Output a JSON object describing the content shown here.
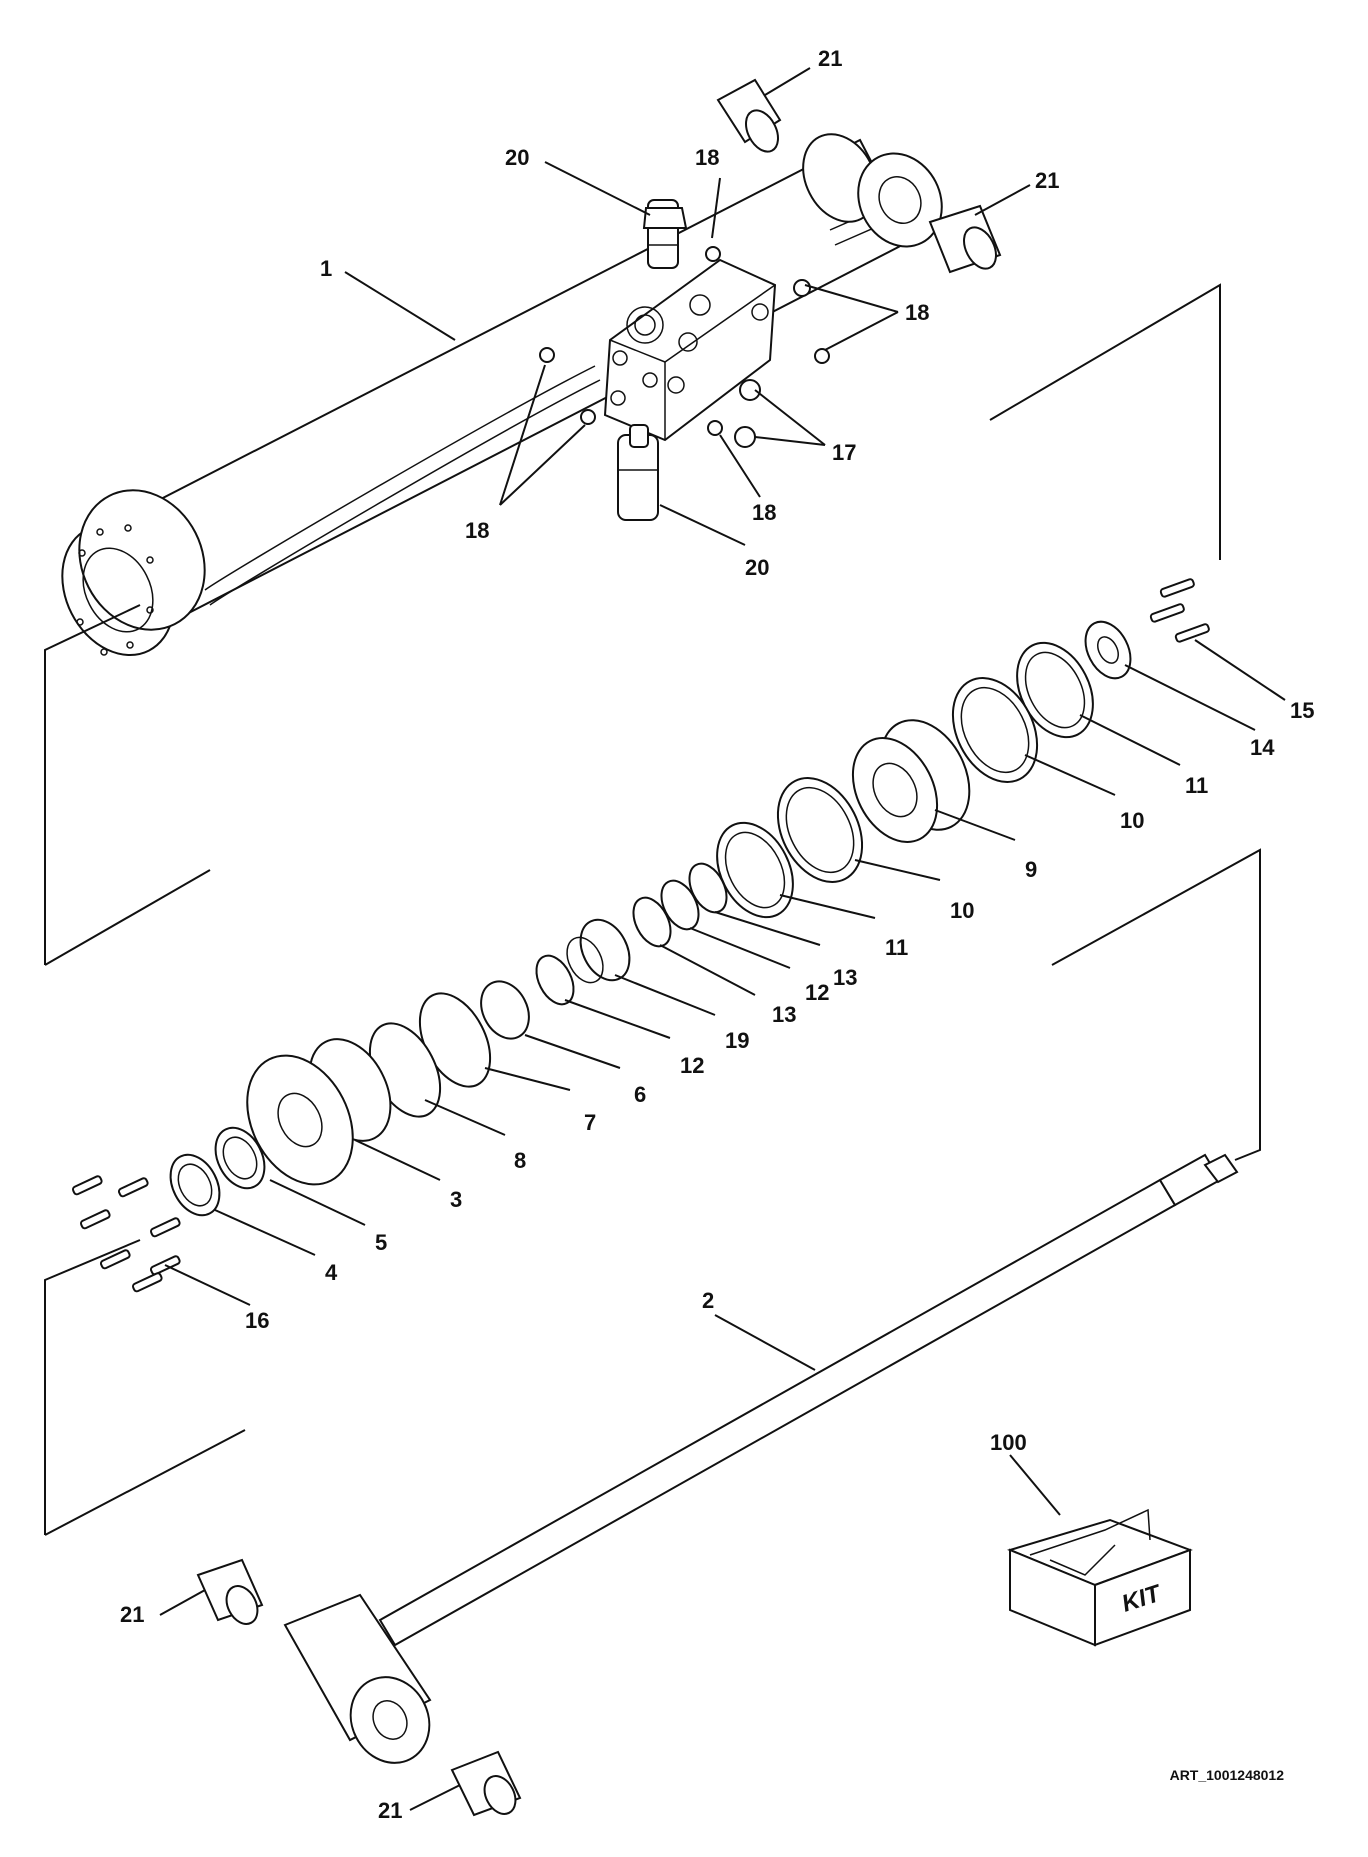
{
  "callouts": [
    {
      "id": "c21a",
      "text": "21"
    },
    {
      "id": "c21b",
      "text": "21"
    },
    {
      "id": "c20a",
      "text": "20"
    },
    {
      "id": "c18a",
      "text": "18"
    },
    {
      "id": "c1",
      "text": "1"
    },
    {
      "id": "c18b",
      "text": "18"
    },
    {
      "id": "c17",
      "text": "17"
    },
    {
      "id": "c18c",
      "text": "18"
    },
    {
      "id": "c18d",
      "text": "18"
    },
    {
      "id": "c20b",
      "text": "20"
    },
    {
      "id": "c15",
      "text": "15"
    },
    {
      "id": "c14",
      "text": "14"
    },
    {
      "id": "c11a",
      "text": "11"
    },
    {
      "id": "c10a",
      "text": "10"
    },
    {
      "id": "c9",
      "text": "9"
    },
    {
      "id": "c10b",
      "text": "10"
    },
    {
      "id": "c11b",
      "text": "11"
    },
    {
      "id": "c13a",
      "text": "13"
    },
    {
      "id": "c12a",
      "text": "12"
    },
    {
      "id": "c13b",
      "text": "13"
    },
    {
      "id": "c19",
      "text": "19"
    },
    {
      "id": "c12b",
      "text": "12"
    },
    {
      "id": "c6",
      "text": "6"
    },
    {
      "id": "c7",
      "text": "7"
    },
    {
      "id": "c8",
      "text": "8"
    },
    {
      "id": "c3",
      "text": "3"
    },
    {
      "id": "c5",
      "text": "5"
    },
    {
      "id": "c4",
      "text": "4"
    },
    {
      "id": "c16",
      "text": "16"
    },
    {
      "id": "c2",
      "text": "2"
    },
    {
      "id": "c100",
      "text": "100"
    },
    {
      "id": "c21c",
      "text": "21"
    },
    {
      "id": "c21d",
      "text": "21"
    }
  ],
  "kit_label": "KIT",
  "art_code": "ART_1001248012"
}
